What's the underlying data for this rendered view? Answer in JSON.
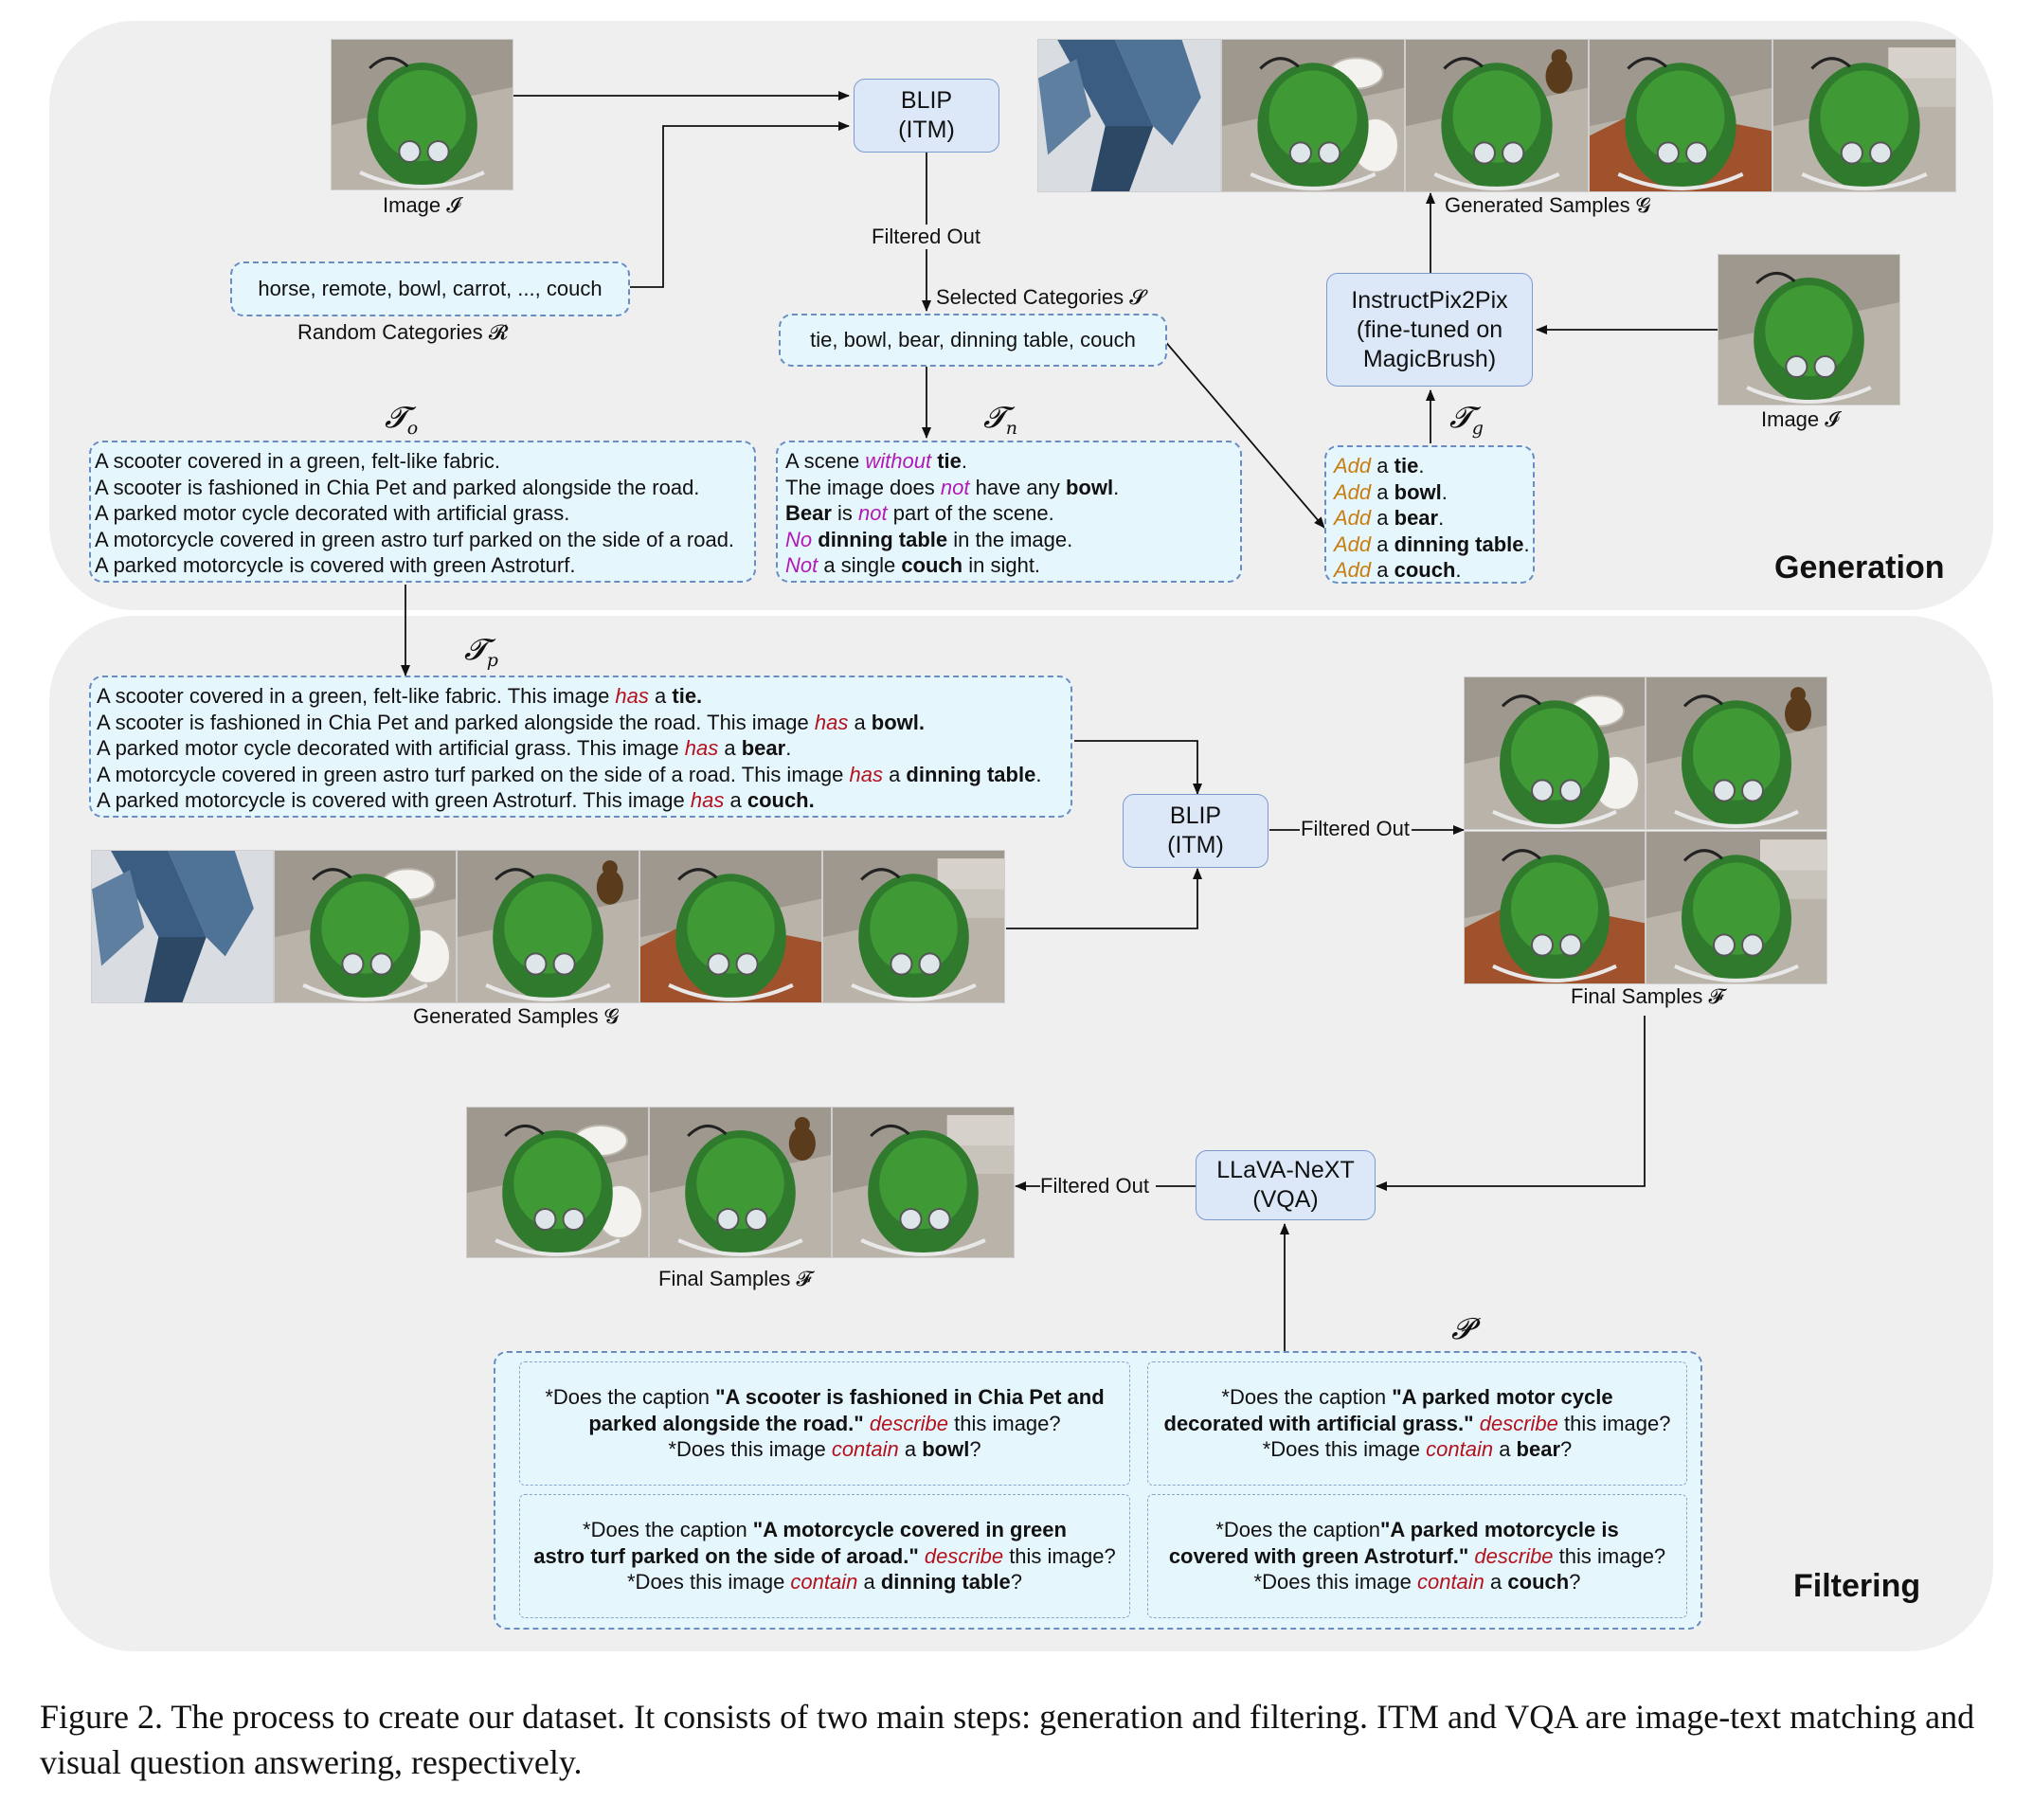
{
  "sections": {
    "generation": "Generation",
    "filtering": "Filtering"
  },
  "labels": {
    "image_top": "Image 𝓘",
    "image_right": "Image 𝓘",
    "random_categories": "Random Categories 𝓡",
    "selected_categories": "Selected Categories 𝓢",
    "filtered_out_1": "Filtered Out",
    "filtered_out_2": "Filtered Out",
    "filtered_out_3": "Filtered Out",
    "generated_samples_top": "Generated Samples 𝓖",
    "generated_samples_bottom": "Generated Samples 𝓖",
    "final_samples_right": "Final Samples 𝓕",
    "final_samples_bottom": "Final Samples 𝓕"
  },
  "symbols": {
    "t_o": "𝓣",
    "t_o_sub": "o",
    "t_n": "𝓣",
    "t_n_sub": "n",
    "t_g": "𝓣",
    "t_g_sub": "g",
    "t_p": "𝓣",
    "t_p_sub": "p",
    "p": "𝓟"
  },
  "models": {
    "blip_top": [
      "BLIP",
      "(ITM)"
    ],
    "blip_bottom": [
      "BLIP",
      "(ITM)"
    ],
    "instructpix2pix": [
      "InstructPix2Pix",
      "(fine-tuned on",
      "MagicBrush)"
    ],
    "llava": [
      "LLaVA-NeXT",
      "(VQA)"
    ]
  },
  "random_categories_text": "horse, remote, bowl, carrot, ..., couch",
  "selected_categories_text": "tie, bowl, bear, dinning table, couch",
  "t_o_lines": [
    "A scooter covered in a green, felt-like fabric.",
    "A scooter is fashioned in Chia Pet and parked alongside the road.",
    "A parked motor cycle decorated with artificial grass.",
    "A motorcycle covered in green astro turf parked on the side of a road.",
    "A parked motorcycle is covered with green Astroturf."
  ],
  "t_n_lines": [
    [
      [
        "A scene ",
        ""
      ],
      [
        "without",
        "purple"
      ],
      [
        " ",
        ""
      ],
      [
        "tie",
        "b"
      ],
      [
        ".",
        ""
      ]
    ],
    [
      [
        "The image does ",
        ""
      ],
      [
        "not",
        "purple"
      ],
      [
        " have any ",
        ""
      ],
      [
        "bowl",
        "b"
      ],
      [
        ".",
        ""
      ]
    ],
    [
      [
        "Bear",
        "b"
      ],
      [
        " is ",
        ""
      ],
      [
        "not",
        "purple"
      ],
      [
        " part of the scene.",
        ""
      ]
    ],
    [
      [
        "No",
        "purple"
      ],
      [
        " ",
        ""
      ],
      [
        "dinning table",
        "b"
      ],
      [
        " in the image.",
        ""
      ]
    ],
    [
      [
        "Not",
        "purple"
      ],
      [
        " a single ",
        ""
      ],
      [
        "couch",
        "b"
      ],
      [
        " in sight.",
        ""
      ]
    ]
  ],
  "t_g_lines": [
    [
      [
        "Add",
        "orange"
      ],
      [
        " a ",
        ""
      ],
      [
        "tie",
        "b"
      ],
      [
        ".",
        ""
      ]
    ],
    [
      [
        "Add",
        "orange"
      ],
      [
        " a ",
        ""
      ],
      [
        "bowl",
        "b"
      ],
      [
        ".",
        ""
      ]
    ],
    [
      [
        "Add",
        "orange"
      ],
      [
        " a ",
        ""
      ],
      [
        "bear",
        "b"
      ],
      [
        ".",
        ""
      ]
    ],
    [
      [
        "Add",
        "orange"
      ],
      [
        " a ",
        ""
      ],
      [
        "dinning table",
        "b"
      ],
      [
        ".",
        ""
      ]
    ],
    [
      [
        "Add",
        "orange"
      ],
      [
        " a ",
        ""
      ],
      [
        "couch",
        "b"
      ],
      [
        ".",
        ""
      ]
    ]
  ],
  "t_p_lines": [
    [
      [
        "A scooter covered in a green, felt-like fabric. This image ",
        ""
      ],
      [
        "has",
        "red"
      ],
      [
        " a ",
        ""
      ],
      [
        "tie.",
        "b"
      ]
    ],
    [
      [
        "A scooter is fashioned in Chia Pet and parked alongside the road. This image ",
        ""
      ],
      [
        "has",
        "red"
      ],
      [
        " a ",
        ""
      ],
      [
        "bowl.",
        "b"
      ]
    ],
    [
      [
        "A parked motor cycle decorated with artificial grass. This image ",
        ""
      ],
      [
        "has",
        "red"
      ],
      [
        " a ",
        ""
      ],
      [
        "bear",
        "b"
      ],
      [
        ".",
        ""
      ]
    ],
    [
      [
        "A motorcycle covered in green astro turf parked on the side of a road. This image ",
        ""
      ],
      [
        "has",
        "red"
      ],
      [
        " a ",
        ""
      ],
      [
        "dinning table",
        "b"
      ],
      [
        ".",
        ""
      ]
    ],
    [
      [
        "A parked motorcycle is covered with green Astroturf. This image ",
        ""
      ],
      [
        "has",
        "red"
      ],
      [
        " a ",
        ""
      ],
      [
        "couch.",
        "b"
      ]
    ]
  ],
  "questions": [
    [
      [
        [
          "*Does the caption ",
          ""
        ],
        [
          "\"A scooter is fashioned in Chia Pet and",
          "b"
        ]
      ],
      [
        [
          "parked alongside the road.\"",
          "b"
        ],
        [
          " ",
          ""
        ],
        [
          "describe",
          "red"
        ],
        [
          " this image?",
          ""
        ]
      ],
      [
        [
          "*Does this image ",
          ""
        ],
        [
          "contain",
          "red"
        ],
        [
          " a ",
          ""
        ],
        [
          "bowl",
          "b"
        ],
        [
          "?",
          ""
        ]
      ]
    ],
    [
      [
        [
          "*Does the caption ",
          ""
        ],
        [
          "\"A parked motor cycle",
          "b"
        ]
      ],
      [
        [
          "decorated with artificial grass.\"",
          "b"
        ],
        [
          " ",
          ""
        ],
        [
          "describe",
          "red"
        ],
        [
          " this image?",
          ""
        ]
      ],
      [
        [
          "*Does this image ",
          ""
        ],
        [
          "contain",
          "red"
        ],
        [
          " a ",
          ""
        ],
        [
          "bear",
          "b"
        ],
        [
          "?",
          ""
        ]
      ]
    ],
    [
      [
        [
          "*Does the caption ",
          ""
        ],
        [
          "\"A motorcycle covered in green",
          "b"
        ]
      ],
      [
        [
          "astro turf parked on the side of aroad.\"",
          "b"
        ],
        [
          " ",
          ""
        ],
        [
          "describe",
          "red"
        ],
        [
          " this image?",
          ""
        ]
      ],
      [
        [
          "*Does this image ",
          ""
        ],
        [
          "contain",
          "red"
        ],
        [
          " a ",
          ""
        ],
        [
          "dinning table",
          "b"
        ],
        [
          "?",
          ""
        ]
      ]
    ],
    [
      [
        [
          "*Does the caption",
          ""
        ],
        [
          "\"A parked motorcycle is",
          "b"
        ]
      ],
      [
        [
          "covered with green Astroturf.\"",
          "b"
        ],
        [
          " ",
          ""
        ],
        [
          "describe",
          "red"
        ],
        [
          " this image?",
          ""
        ]
      ],
      [
        [
          "*Does this image ",
          ""
        ],
        [
          "contain",
          "red"
        ],
        [
          " a ",
          ""
        ],
        [
          "couch",
          "b"
        ],
        [
          "?",
          ""
        ]
      ]
    ]
  ],
  "figure_caption": "Figure 2. The process to create our dataset. It consists of two main steps: generation and filtering. ITM and VQA are image-text matching and visual question answering, respectively.",
  "thumb_kinds": {
    "top_generated": [
      "tie",
      "bowl",
      "bear",
      "table",
      "couch"
    ],
    "bottom_generated": [
      "tie",
      "bowl",
      "bear",
      "table",
      "couch"
    ],
    "final_right": [
      "bowl",
      "bear",
      "table",
      "couch"
    ],
    "final_bottom": [
      "bowl",
      "bear",
      "couch"
    ]
  },
  "colors": {
    "panel": "#efefef",
    "model_box": "#dce8f8",
    "text_box": "#e6f6fd",
    "dash_border": "#6a8cbf",
    "purple": "#b01ab5",
    "orange": "#c77d10",
    "red": "#b3121d"
  }
}
